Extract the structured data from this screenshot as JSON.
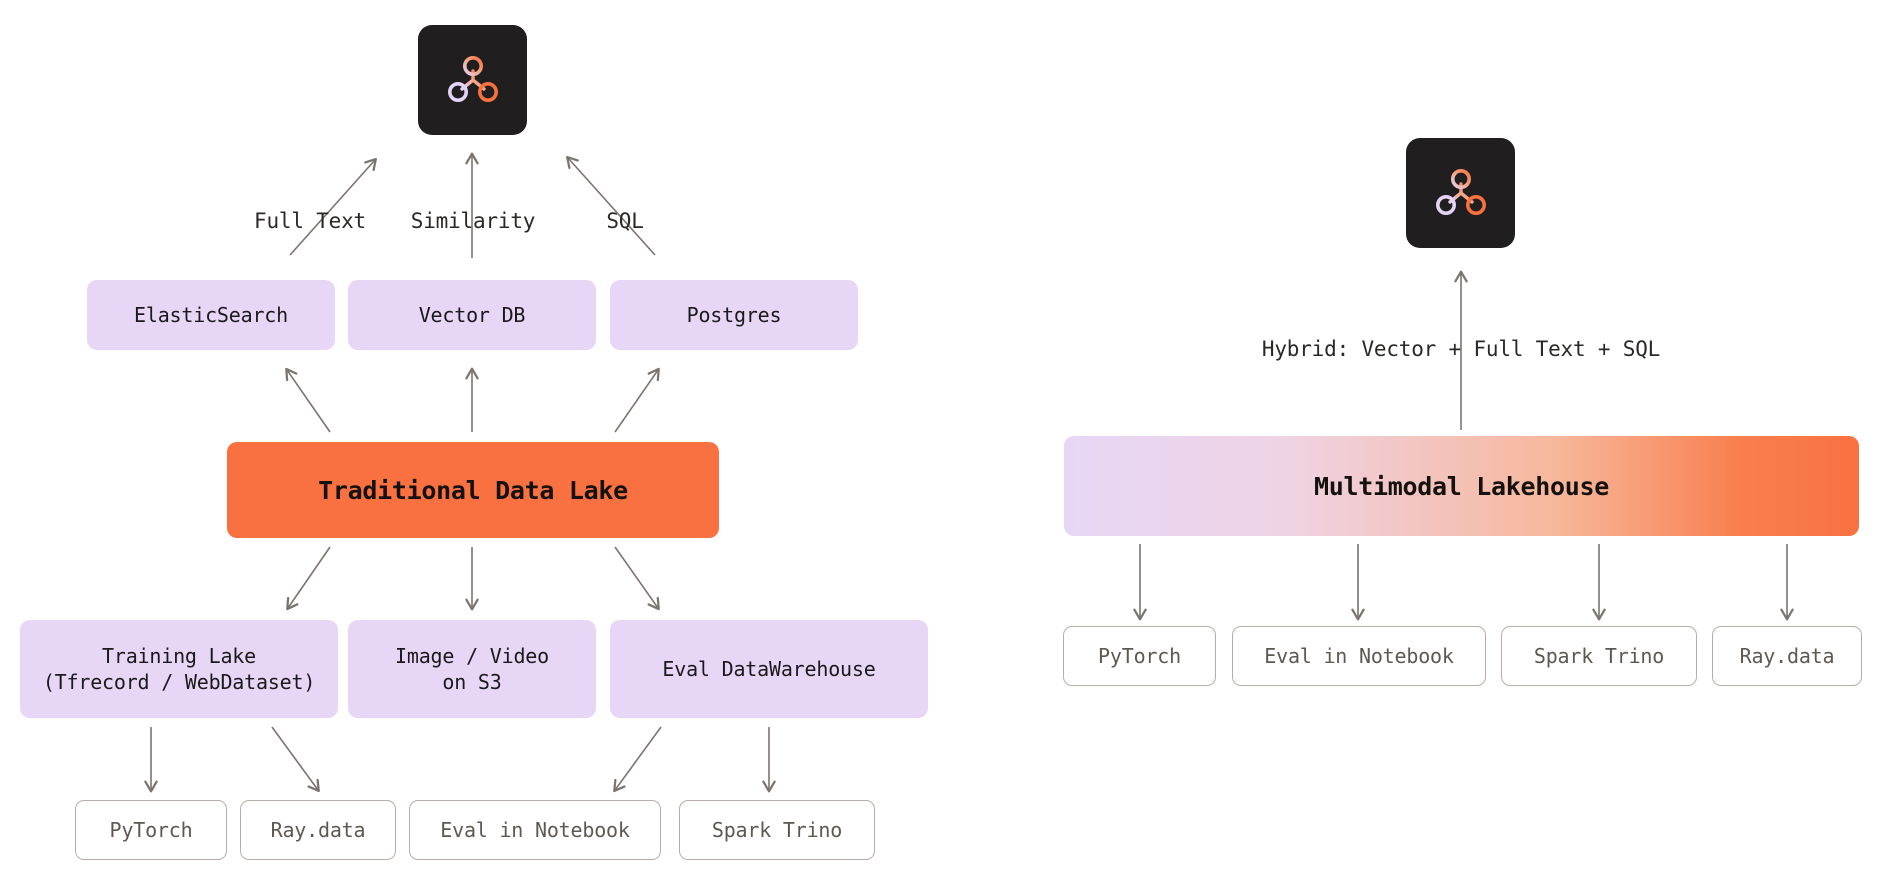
{
  "diagram": {
    "left": {
      "logo": {
        "name": "brand-logo"
      },
      "edge_labels": [
        {
          "text": "Full Text"
        },
        {
          "text": "Similarity"
        },
        {
          "text": "SQL"
        }
      ],
      "query_engines": [
        {
          "label": "ElasticSearch"
        },
        {
          "label": "Vector DB"
        },
        {
          "label": "Postgres"
        }
      ],
      "core": {
        "label": "Traditional Data Lake"
      },
      "storage": [
        {
          "label": "Training Lake\n(Tfrecord / WebDataset)"
        },
        {
          "label": "Image / Video\non S3"
        },
        {
          "label": "Eval DataWarehouse"
        }
      ],
      "consumers": [
        {
          "label": "PyTorch"
        },
        {
          "label": "Ray.data"
        },
        {
          "label": "Eval in Notebook"
        },
        {
          "label": "Spark Trino"
        }
      ]
    },
    "right": {
      "logo": {
        "name": "brand-logo"
      },
      "edge_label": {
        "text": "Hybrid: Vector + Full Text + SQL"
      },
      "core": {
        "label": "Multimodal Lakehouse"
      },
      "consumers": [
        {
          "label": "PyTorch"
        },
        {
          "label": "Eval in Notebook"
        },
        {
          "label": "Spark Trino"
        },
        {
          "label": "Ray.data"
        }
      ]
    }
  },
  "colors": {
    "orange": "#F97140",
    "purple": "#E8D6F7",
    "logo_bg": "#201E1E",
    "arrow": "#7B7470",
    "outline_border": "#B9ADA8",
    "outline_text": "#5E5853"
  }
}
